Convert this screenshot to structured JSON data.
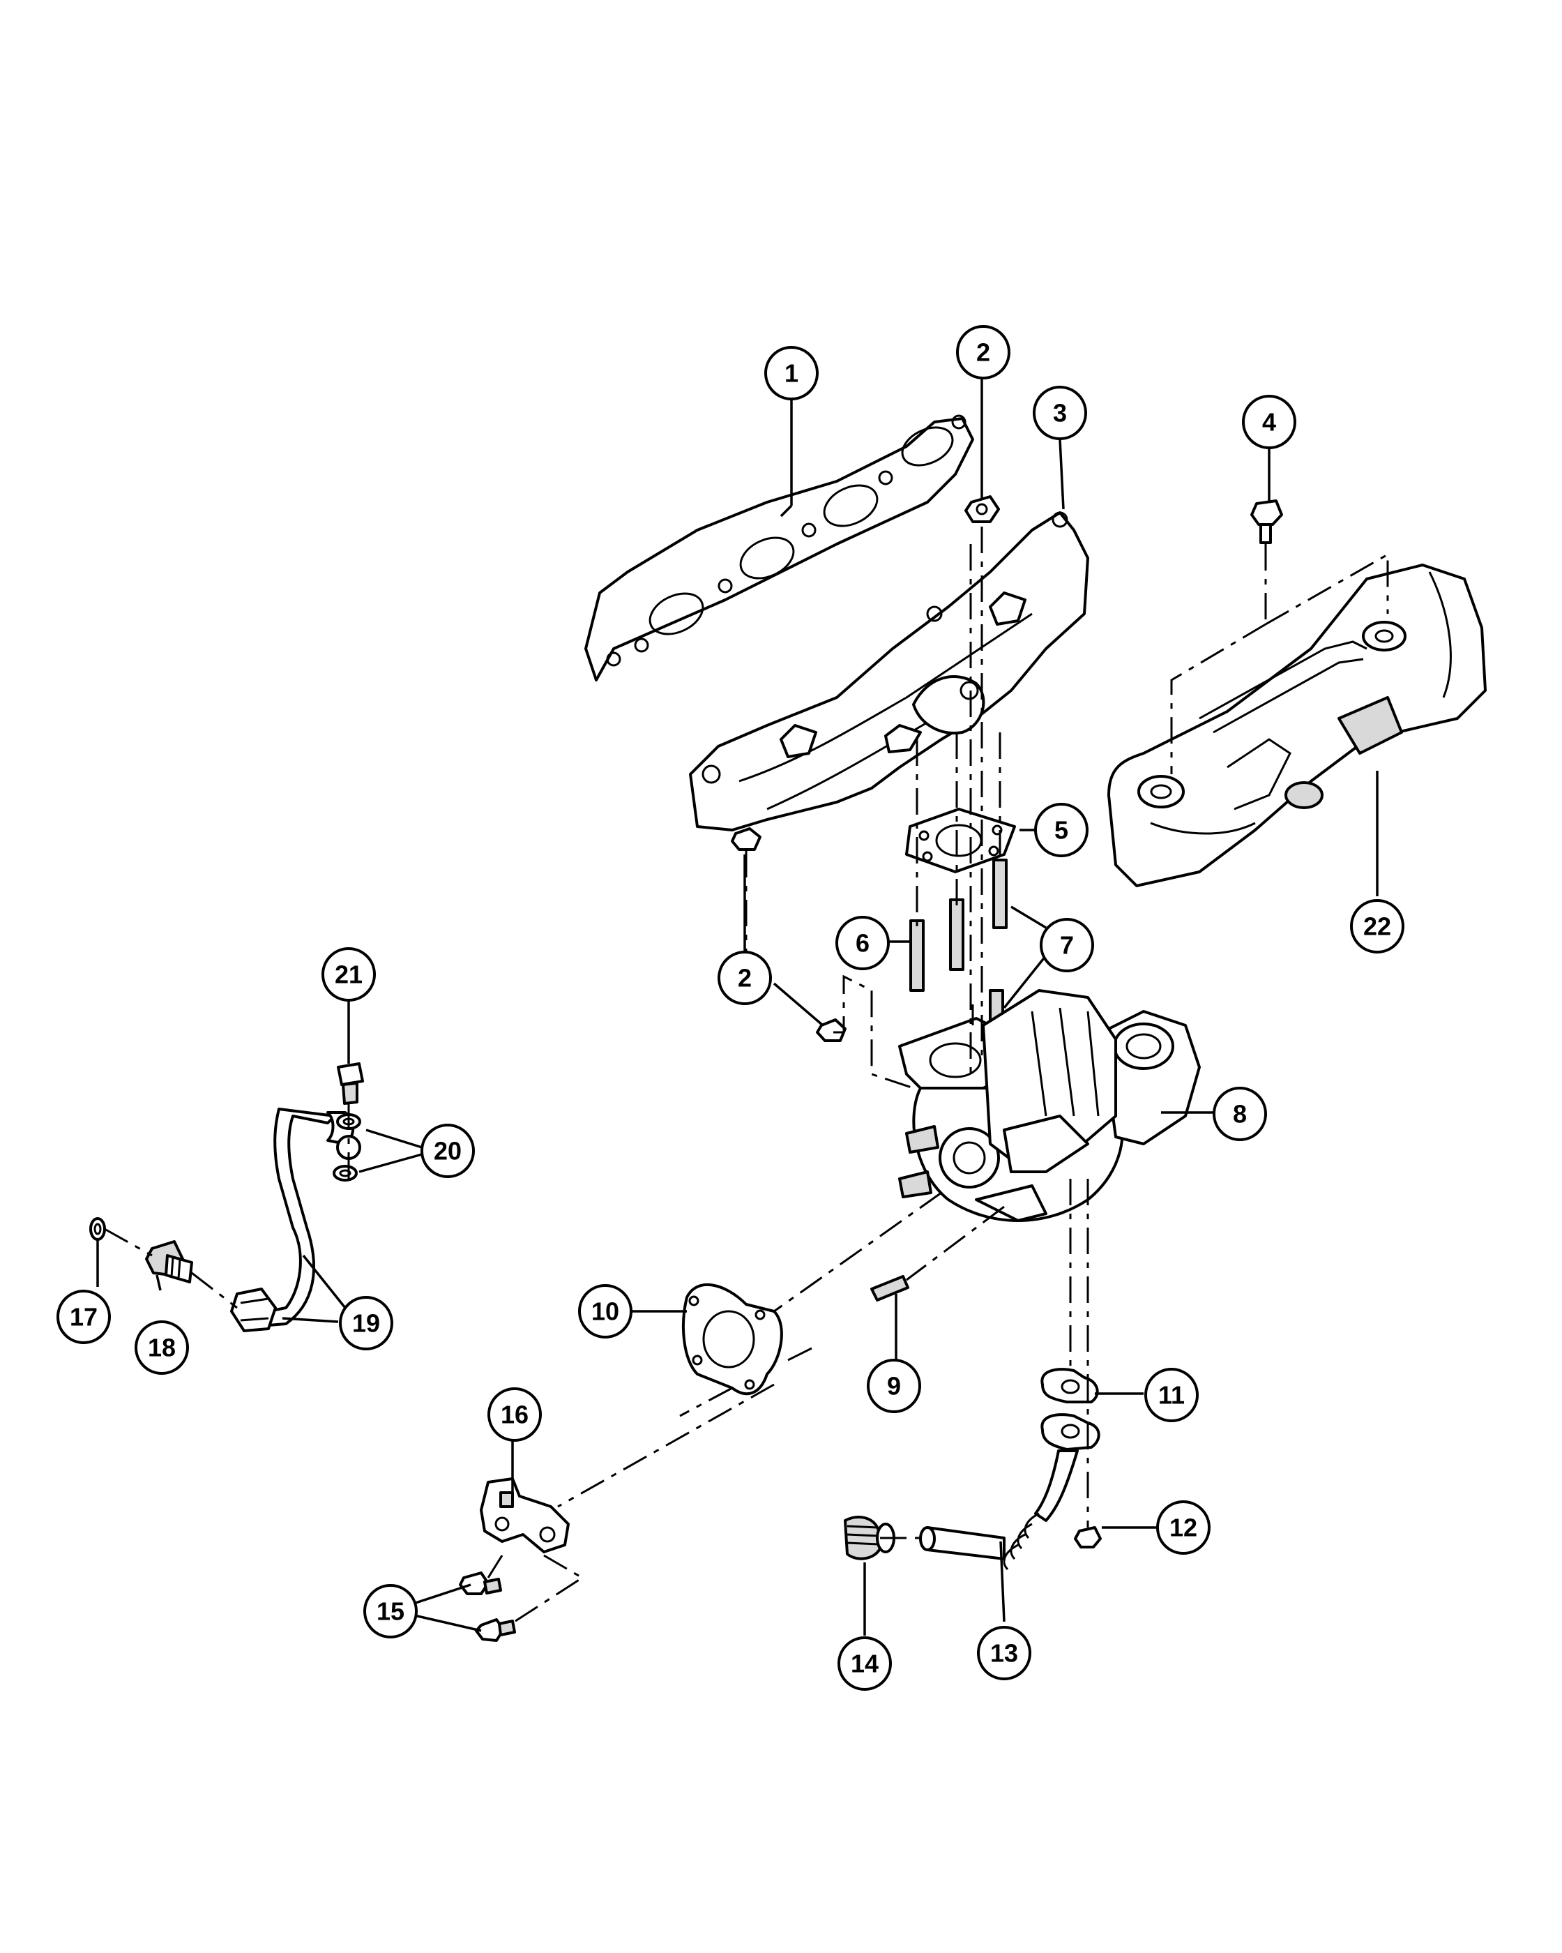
{
  "callouts": [
    {
      "id": "1",
      "label": "1"
    },
    {
      "id": "2a",
      "label": "2"
    },
    {
      "id": "3",
      "label": "3"
    },
    {
      "id": "4",
      "label": "4"
    },
    {
      "id": "5",
      "label": "5"
    },
    {
      "id": "2b",
      "label": "2"
    },
    {
      "id": "6",
      "label": "6"
    },
    {
      "id": "7",
      "label": "7"
    },
    {
      "id": "8",
      "label": "8"
    },
    {
      "id": "22",
      "label": "22"
    },
    {
      "id": "21",
      "label": "21"
    },
    {
      "id": "20",
      "label": "20"
    },
    {
      "id": "17",
      "label": "17"
    },
    {
      "id": "18",
      "label": "18"
    },
    {
      "id": "19",
      "label": "19"
    },
    {
      "id": "10",
      "label": "10"
    },
    {
      "id": "9",
      "label": "9"
    },
    {
      "id": "11",
      "label": "11"
    },
    {
      "id": "16",
      "label": "16"
    },
    {
      "id": "12",
      "label": "12"
    },
    {
      "id": "15",
      "label": "15"
    },
    {
      "id": "14",
      "label": "14"
    },
    {
      "id": "13",
      "label": "13"
    }
  ]
}
